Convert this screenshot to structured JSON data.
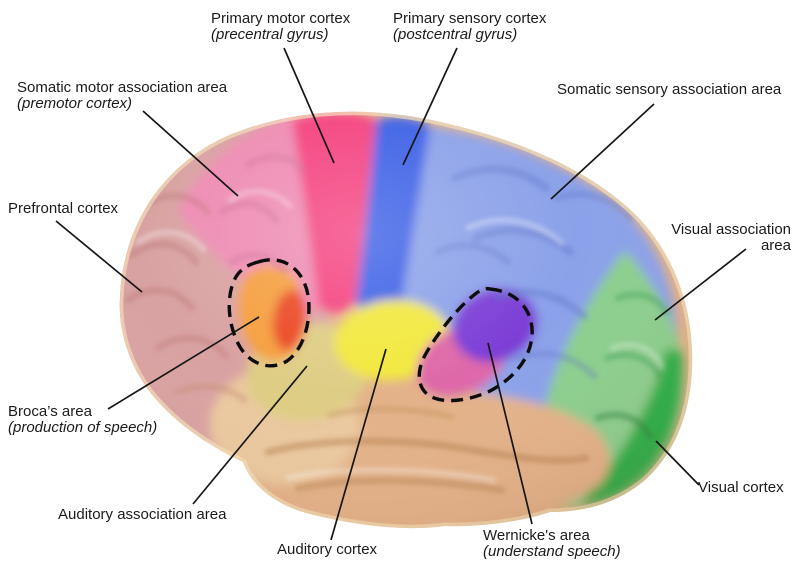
{
  "diagram": {
    "background": "#ffffff",
    "text_color": "#1b1b1b",
    "line_color": "#161616",
    "outline_color": "#0d0d0d",
    "labels": [
      {
        "id": "primary-motor-cortex",
        "name": "Primary motor cortex",
        "sub": "(precentral gyrus)"
      },
      {
        "id": "primary-sensory-cortex",
        "name": "Primary sensory cortex",
        "sub": "(postcentral gyrus)"
      },
      {
        "id": "somatic-motor-association-area",
        "name": "Somatic motor association area",
        "sub": "(premotor cortex)"
      },
      {
        "id": "somatic-sensory-association-area",
        "name": "Somatic sensory association area"
      },
      {
        "id": "prefrontal-cortex",
        "name": "Prefrontal cortex"
      },
      {
        "id": "visual-association-area",
        "name": "Visual association area"
      },
      {
        "id": "brocas-area",
        "name": "Broca’s area",
        "sub": "(production of speech)"
      },
      {
        "id": "auditory-association-area",
        "name": "Auditory association area"
      },
      {
        "id": "auditory-cortex",
        "name": "Auditory cortex"
      },
      {
        "id": "wernickes-area",
        "name": "Wernicke's area",
        "sub": "(understand speech)"
      },
      {
        "id": "visual-cortex",
        "name": "Visual cortex"
      }
    ],
    "region_colors": {
      "prefrontal": "#d9a2a2",
      "lower_frontal": "#eac89f",
      "premotor": "#ee8bb3",
      "primary_motor": "#f4407e",
      "primary_sensory": "#3a5fe6",
      "somatic_sensory_association": "#8ba1e9",
      "visual_association": "#8ccf8e",
      "visual_cortex": "#2fb14b",
      "temporal": "#e3b289",
      "auditory_association": "#decd84",
      "auditory_cortex": "#f2e83e",
      "broca_orange": "#f59e3d",
      "broca_red": "#e94020",
      "wernicke_pink": "#de68a9",
      "wernicke_purple": "#7c3cd6"
    }
  }
}
